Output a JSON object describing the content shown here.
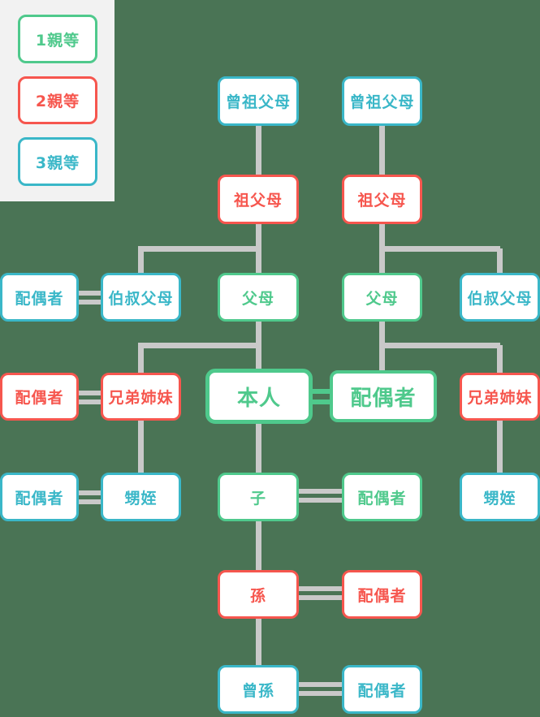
{
  "colors": {
    "background": "#4a7455",
    "degree1_green": "#4fc98c",
    "degree2_red": "#f6564e",
    "degree3_teal": "#3ab7c8",
    "connector_gray": "#c9c9c9",
    "legend_panel": "#f2f2f2",
    "box_background": "#ffffff"
  },
  "legend": {
    "degree1": "1親等",
    "degree2": "2親等",
    "degree3": "3親等"
  },
  "nodes": {
    "great_grandparents_left": "曾祖父母",
    "great_grandparents_right": "曾祖父母",
    "grandparents_left": "祖父母",
    "grandparents_right": "祖父母",
    "uncle_aunt_spouse_left": "配偶者",
    "uncles_aunts_left": "伯叔父母",
    "parents_left": "父母",
    "parents_right": "父母",
    "uncles_aunts_right": "伯叔父母",
    "sibling_spouse_left": "配偶者",
    "siblings_left": "兄弟姉妹",
    "self": "本人",
    "spouse": "配偶者",
    "siblings_right": "兄弟姉妹",
    "nephew_niece_spouse_left": "配偶者",
    "nephews_nieces_left": "甥姪",
    "child": "子",
    "child_spouse": "配偶者",
    "nephews_nieces_right": "甥姪",
    "grandchild": "孫",
    "grandchild_spouse": "配偶者",
    "great_grandchild": "曾孫",
    "great_grandchild_spouse": "配偶者"
  }
}
